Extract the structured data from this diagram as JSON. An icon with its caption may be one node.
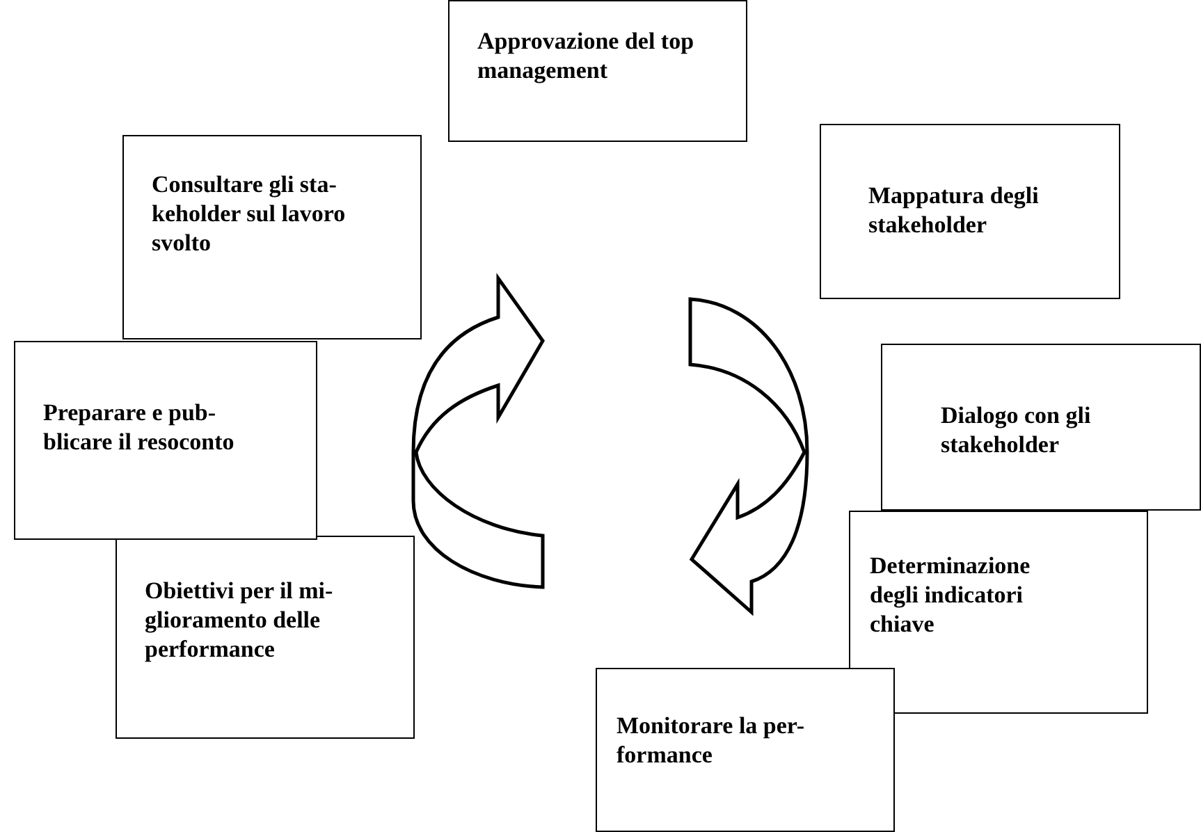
{
  "diagram": {
    "nodes": [
      {
        "text": [
          "Approvazione del top management"
        ]
      },
      {
        "text": [
          "Mappatura degli stakeholder"
        ]
      },
      {
        "text": [
          "Dialogo con gli stakeholder"
        ]
      },
      {
        "text": [
          "Determinazione degli indicatori chiave"
        ]
      },
      {
        "text": [
          "Monitorare la per-formance"
        ]
      },
      {
        "text": [
          "Obiettivi per il mi-glioramento delle performance"
        ]
      },
      {
        "text": [
          "Preparare e pub-blicare il resoconto"
        ]
      },
      {
        "text": [
          "Consultare gli sta-keholder sul lavoro svolto"
        ]
      }
    ],
    "edges": []
  }
}
